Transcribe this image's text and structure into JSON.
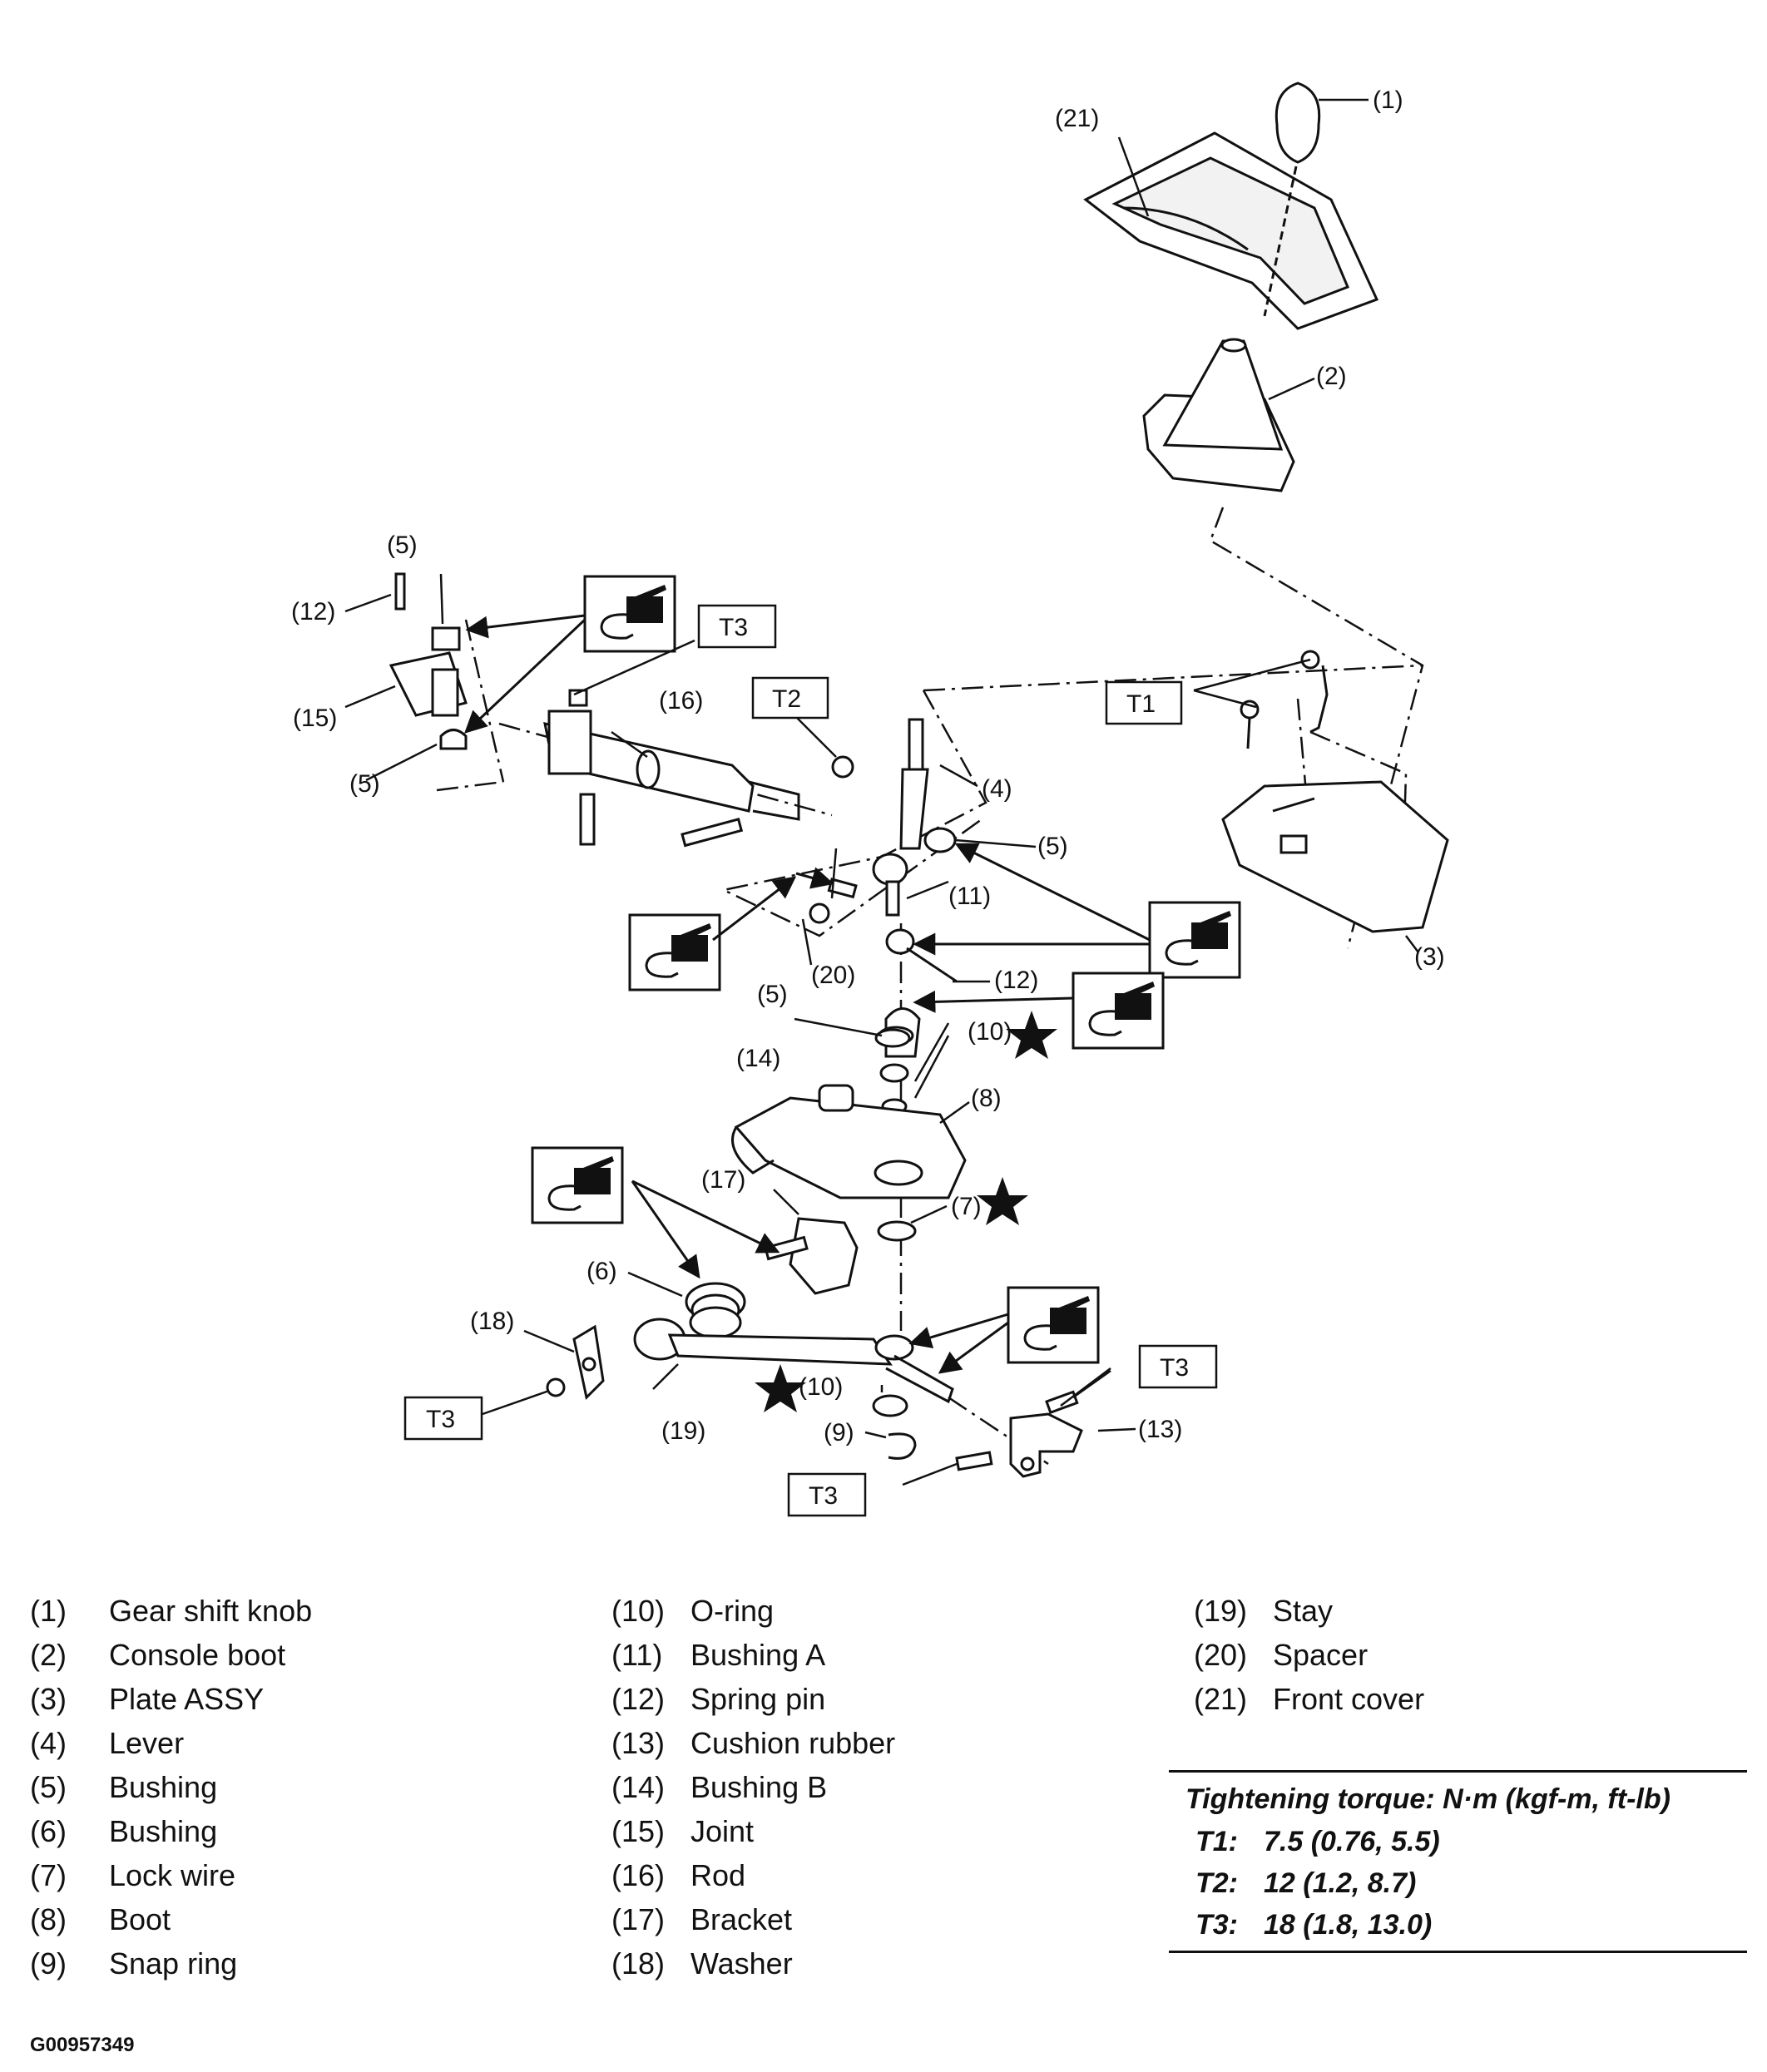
{
  "callouts": {
    "c1": "(1)",
    "c21": "(21)",
    "c2": "(2)",
    "c3": "(3)",
    "c4": "(4)",
    "c5a": "(5)",
    "c5b": "(5)",
    "c5c": "(5)",
    "c5d": "(5)",
    "c6": "(6)",
    "c7": "(7)",
    "c8": "(8)",
    "c9": "(9)",
    "c10a": "(10)",
    "c10b": "(10)",
    "c11": "(11)",
    "c12a": "(12)",
    "c12b": "(12)",
    "c13": "(13)",
    "c14": "(14)",
    "c15": "(15)",
    "c16": "(16)",
    "c17": "(17)",
    "c18": "(18)",
    "c19": "(19)",
    "c20": "(20)"
  },
  "torque_tags": {
    "t1": "T1",
    "t2": "T2",
    "t3a": "T3",
    "t3b": "T3",
    "t3c": "T3",
    "t3d": "T3"
  },
  "legend": {
    "col1": [
      {
        "num": "(1)",
        "name": "Gear shift knob"
      },
      {
        "num": "(2)",
        "name": "Console boot"
      },
      {
        "num": "(3)",
        "name": "Plate ASSY"
      },
      {
        "num": "(4)",
        "name": "Lever"
      },
      {
        "num": "(5)",
        "name": "Bushing"
      },
      {
        "num": "(6)",
        "name": "Bushing"
      },
      {
        "num": "(7)",
        "name": "Lock wire"
      },
      {
        "num": "(8)",
        "name": "Boot"
      },
      {
        "num": "(9)",
        "name": "Snap ring"
      }
    ],
    "col2": [
      {
        "num": "(10)",
        "name": "O-ring"
      },
      {
        "num": "(11)",
        "name": "Bushing A"
      },
      {
        "num": "(12)",
        "name": "Spring pin"
      },
      {
        "num": "(13)",
        "name": "Cushion rubber"
      },
      {
        "num": "(14)",
        "name": "Bushing B"
      },
      {
        "num": "(15)",
        "name": "Joint"
      },
      {
        "num": "(16)",
        "name": "Rod"
      },
      {
        "num": "(17)",
        "name": "Bracket"
      },
      {
        "num": "(18)",
        "name": "Washer"
      }
    ],
    "col3": [
      {
        "num": "(19)",
        "name": "Stay"
      },
      {
        "num": "(20)",
        "name": "Spacer"
      },
      {
        "num": "(21)",
        "name": "Front cover"
      }
    ]
  },
  "torque_table": {
    "header": "Tightening torque: N·m (kgf-m, ft-lb)",
    "rows": [
      {
        "key": "T1:",
        "value": "7.5 (0.76, 5.5)"
      },
      {
        "key": "T2:",
        "value": "12 (1.2, 8.7)"
      },
      {
        "key": "T3:",
        "value": "18 (1.8, 13.0)"
      }
    ]
  },
  "figure_code": "G00957349"
}
